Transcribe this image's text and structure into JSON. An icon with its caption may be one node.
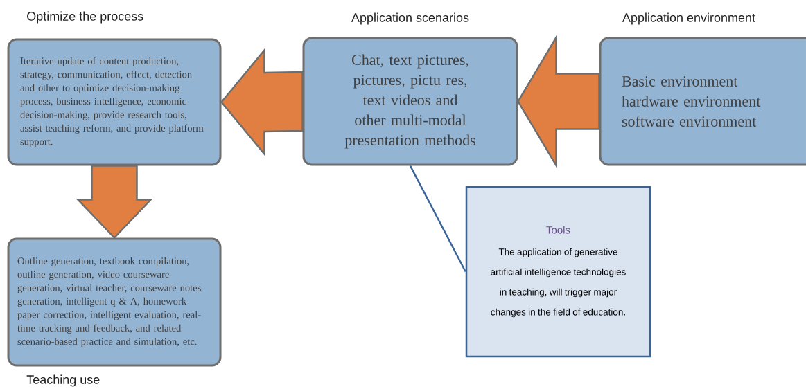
{
  "diagram": {
    "nodes": [
      {
        "text": [
          "Optimize the process",
          "Iterative update of content production, strategy, communication, effect, detection and other to optimize decision-making process, business intelligence, economic decision-making, provide research tools, assist teaching reform, and provide platform support."
        ]
      },
      {
        "text": [
          "Application scenarios",
          "Chat, text pictures, pictures, pictu res, text videos and other multi-modal presentation methods"
        ]
      },
      {
        "text": [
          "Application environment",
          "Basic environment hardware environment software environment"
        ]
      },
      {
        "text": [
          "Outline generation, textbook compilation, outline generation, video courseware generation, virtual teacher, courseware notes generation, intelligent q & A, homework paper correction, intelligent evaluation, real-time tracking and feedback, and related scenario-based practice and simulation, etc.",
          "Teaching use"
        ]
      },
      {
        "text": [
          "Tools",
          "The application of generative artificial intelligence technologies in teaching, will trigger major changes in the field of education."
        ]
      }
    ],
    "edges": [
      {
        "from": 2,
        "to": 1,
        "arrow": "to"
      },
      {
        "from": 1,
        "to": 0,
        "arrow": "to"
      },
      {
        "from": 0,
        "to": 3,
        "arrow": "to"
      },
      {
        "from": 1,
        "to": 4,
        "arrow": "none",
        "color": "#3a6396"
      }
    ]
  }
}
